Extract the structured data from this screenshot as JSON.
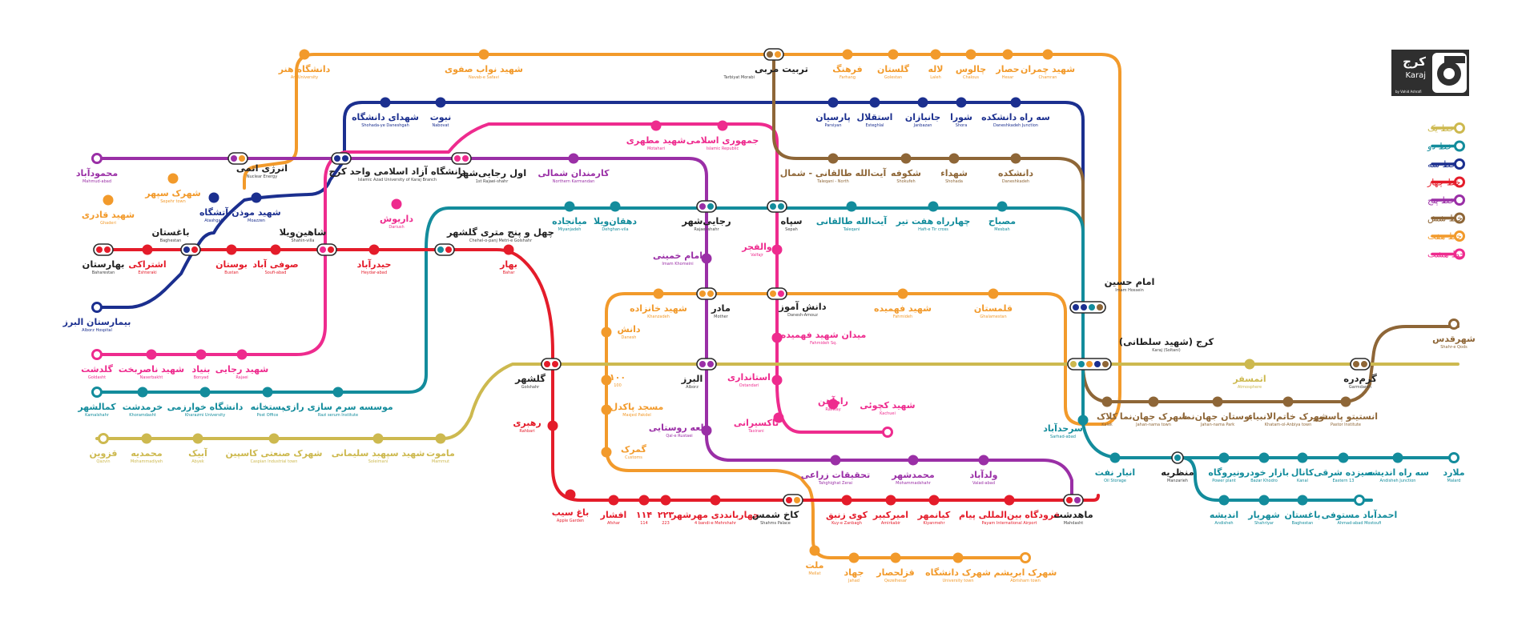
{
  "logo": {
    "fa": "کرج",
    "en": "Karaj",
    "credit": "by Vahid Ashrafi"
  },
  "legend": [
    {
      "label": "خط یک",
      "color": "#cdb94f"
    },
    {
      "label": "خط دو",
      "color": "#138c9c"
    },
    {
      "label": "خط سه",
      "color": "#1b2f8f"
    },
    {
      "label": "خط چهار",
      "color": "#e41c2a"
    },
    {
      "label": "خط پنج",
      "color": "#9a2fa6"
    },
    {
      "label": "خط شش",
      "color": "#8e6637"
    },
    {
      "label": "خط هفت",
      "color": "#f29a2b"
    },
    {
      "label": "خط هشت",
      "color": "#ee2b8e"
    }
  ],
  "lines": {
    "l1": {
      "name": "خط یک",
      "color": "#cdb94f"
    },
    "l2": {
      "name": "خط دو",
      "color": "#138c9c"
    },
    "l3": {
      "name": "خط سه",
      "color": "#1b2f8f"
    },
    "l4": {
      "name": "خط چهار",
      "color": "#e41c2a"
    },
    "l5": {
      "name": "خط پنج",
      "color": "#9a2fa6"
    },
    "l6": {
      "name": "خط شش",
      "color": "#8e6637"
    },
    "l7": {
      "name": "خط هفت",
      "color": "#f29a2b"
    },
    "l8": {
      "name": "خط هشت",
      "color": "#ee2b8e"
    }
  },
  "stations": [
    {
      "id": "art",
      "fa": "دانشگاه هنر",
      "en": "Art University",
      "line": "l7"
    },
    {
      "id": "navab",
      "fa": "شهید نواب صفوی",
      "en": "Navab-e Safavi",
      "line": "l7"
    },
    {
      "id": "tarbiat",
      "fa": "تربیت مربی",
      "en": "Tarbiyat Morabi",
      "line": "l6",
      "interchange": true
    },
    {
      "id": "farhang",
      "fa": "فرهنگ",
      "en": "Farhang",
      "line": "l7"
    },
    {
      "id": "golestan",
      "fa": "گلستان",
      "en": "Golestan",
      "line": "l7"
    },
    {
      "id": "laleh",
      "fa": "لاله",
      "en": "Laleh",
      "line": "l7"
    },
    {
      "id": "chalous",
      "fa": "چالوس",
      "en": "Chalous",
      "line": "l7"
    },
    {
      "id": "hesar",
      "fa": "حصار",
      "en": "Hesar",
      "line": "l7"
    },
    {
      "id": "chamran",
      "fa": "شهید چمران",
      "en": "Chamran",
      "line": "l7"
    },
    {
      "id": "shohada_d",
      "fa": "شهدای دانشگاه",
      "en": "Shohada-ye Daneshgah",
      "line": "l3"
    },
    {
      "id": "nobout",
      "fa": "نبوت",
      "en": "Nabovat",
      "line": "l3"
    },
    {
      "id": "parsian",
      "fa": "پارسیان",
      "en": "Parsiyan",
      "line": "l3"
    },
    {
      "id": "esteghlal",
      "fa": "استقلال",
      "en": "Esteghlal",
      "line": "l3"
    },
    {
      "id": "janbazan",
      "fa": "جانبازان",
      "en": "Janbazan",
      "line": "l3"
    },
    {
      "id": "shora",
      "fa": "شورا",
      "en": "Shora",
      "line": "l3"
    },
    {
      "id": "serahdaneshkadeh",
      "fa": "سه راه دانشکده",
      "en": "Daneshkadeh Junction",
      "line": "l3"
    },
    {
      "id": "motahari",
      "fa": "شهید مطهری",
      "en": "Motahari",
      "line": "l8"
    },
    {
      "id": "jomhouri",
      "fa": "جمهوری اسلامی",
      "en": "Islamic Republic",
      "line": "l8"
    },
    {
      "id": "mahmoudabad",
      "fa": "محمودآباد",
      "en": "Mahmud-abad",
      "line": "l5"
    },
    {
      "id": "energy",
      "fa": "انرژی اتمی",
      "en": "Nuclear Energy",
      "line": "l5",
      "interchange": true
    },
    {
      "id": "azad",
      "fa": "دانشگاه آزاد اسلامی واحد کرج",
      "en": "Islamic Azad University of Karaj Branch",
      "line": "l3",
      "interchange": true
    },
    {
      "id": "avval",
      "fa": "اول رجایی‌شهر",
      "en": "1st Rajaei-shahr",
      "line": "l8",
      "interchange": true
    },
    {
      "id": "karmandan",
      "fa": "کارمندان شمالی",
      "en": "Northern Karmandan",
      "line": "l5"
    },
    {
      "id": "taleghani_n",
      "fa": "آیت‌الله طالقانی - شمال",
      "en": "Taleqani - North",
      "line": "l6"
    },
    {
      "id": "shokoufeh",
      "fa": "شکوفه",
      "en": "Shokufeh",
      "line": "l6"
    },
    {
      "id": "shohada",
      "fa": "شهداء",
      "en": "Shohada",
      "line": "l6"
    },
    {
      "id": "daneshkadeh",
      "fa": "دانشکده",
      "en": "Daneshkadeh",
      "line": "l6"
    },
    {
      "id": "sepehr",
      "fa": "شهرک سپهر",
      "en": "Sepehr town",
      "line": "l7"
    },
    {
      "id": "ghadiri",
      "fa": "شهید قادری",
      "en": "Ghaderi",
      "line": "l7"
    },
    {
      "id": "atashgah",
      "fa": "آتشگاه",
      "en": "Atashgah",
      "line": "l3"
    },
    {
      "id": "moazen",
      "fa": "شهید موذن",
      "en": "Moazzen",
      "line": "l3"
    },
    {
      "id": "baghestan",
      "fa": "باغستان",
      "en": "Baghestan",
      "line": "l3",
      "interchange": true
    },
    {
      "id": "daryoush",
      "fa": "داریوش",
      "en": "Dariush",
      "line": "l8"
    },
    {
      "id": "shahinvila",
      "fa": "شاهین‌ویلا",
      "en": "Shahin-villa",
      "line": "l8",
      "interchange": true
    },
    {
      "id": "chaharsad",
      "fa": "چهل و پنج متری گلشهر",
      "en": "Chehel-o-panj Metri-e Golshahr",
      "line": "l2",
      "interchange": true
    },
    {
      "id": "mianjadeh",
      "fa": "میانجاده",
      "en": "Miyanjadeh",
      "line": "l2"
    },
    {
      "id": "dehghanvila",
      "fa": "دهقان‌ویلا",
      "en": "Dehghan-vila",
      "line": "l2"
    },
    {
      "id": "rajaeishahr",
      "fa": "رجایی‌شهر",
      "en": "Rajaei-shahr",
      "line": "l5",
      "interchange": true
    },
    {
      "id": "sepah",
      "fa": "سپاه",
      "en": "Sepah",
      "line": "l2",
      "interchange": true
    },
    {
      "id": "taleghani",
      "fa": "آیت‌الله طالقانی",
      "en": "Taleqani",
      "line": "l2"
    },
    {
      "id": "haftetir",
      "fa": "چهارراه هفت تیر",
      "en": "Haft-e Tir cross",
      "line": "l2"
    },
    {
      "id": "mesbah",
      "fa": "مصباح",
      "en": "Mesbah",
      "line": "l2"
    },
    {
      "id": "baharestan",
      "fa": "بهارستان",
      "en": "Baharestan",
      "line": "l4",
      "interchange": true
    },
    {
      "id": "eshteraki",
      "fa": "اشتراکی",
      "en": "Eshteraki",
      "line": "l4"
    },
    {
      "id": "boostan",
      "fa": "بوستان",
      "en": "Bustan",
      "line": "l4"
    },
    {
      "id": "soufiabad",
      "fa": "صوفی آباد",
      "en": "Soufi-abad",
      "line": "l4"
    },
    {
      "id": "heydarabad",
      "fa": "حیدرآباد",
      "en": "Heydar-abad",
      "line": "l4"
    },
    {
      "id": "bahar",
      "fa": "بهار",
      "en": "Bahar",
      "line": "l4"
    },
    {
      "id": "khomeini",
      "fa": "امام خمینی",
      "en": "Imam Khomeini",
      "line": "l5"
    },
    {
      "id": "valfajr",
      "fa": "والفجر",
      "en": "Valfajr",
      "line": "l8"
    },
    {
      "id": "imamhossein",
      "fa": "امام حسین",
      "en": "Imam Hossein",
      "line": "l3",
      "interchange": true
    },
    {
      "id": "alborzhospital",
      "fa": "بیمارستان البرز",
      "en": "Alborz Hospital",
      "line": "l3"
    },
    {
      "id": "khanzadeh",
      "fa": "شهید خانزاده",
      "en": "Khanzadeh",
      "line": "l7"
    },
    {
      "id": "mader",
      "fa": "مادر",
      "en": "Mother",
      "line": "l7",
      "interchange": true
    },
    {
      "id": "daneshamouz",
      "fa": "دانش آموز",
      "en": "Danesh-Amouz",
      "line": "l7",
      "interchange": true
    },
    {
      "id": "fahmideh",
      "fa": "شهید فهمیده",
      "en": "Fahmideh",
      "line": "l7"
    },
    {
      "id": "ghalamestan",
      "fa": "قلمستان",
      "en": "Ghalamestan",
      "line": "l7"
    },
    {
      "id": "danesh",
      "fa": "دانش",
      "en": "Danesh",
      "line": "l7"
    },
    {
      "id": "fahmidehsq",
      "fa": "میدان شهید فهمیده",
      "en": "Fahmideh Sq.",
      "line": "l8"
    },
    {
      "id": "karaj",
      "fa": "کرج (شهید سلطانی)",
      "en": "Karaj (Soltani)",
      "line": "l1",
      "interchange": true
    },
    {
      "id": "golshasht",
      "fa": "گلدشت",
      "en": "Goldasht",
      "line": "l8"
    },
    {
      "id": "naserbakht",
      "fa": "شهید ناصربخت",
      "en": "Naserbakht",
      "line": "l8"
    },
    {
      "id": "bonyad",
      "fa": "بنیاد",
      "en": "Bonyad",
      "line": "l8"
    },
    {
      "id": "rajaei",
      "fa": "شهید رجایی",
      "en": "Rajaei",
      "line": "l8"
    },
    {
      "id": "golshahr",
      "fa": "گلشهر",
      "en": "Golshahr",
      "line": "l4",
      "interchange": true
    },
    {
      "id": "s100",
      "fa": "۱۰۰",
      "en": "100",
      "line": "l7"
    },
    {
      "id": "alborz",
      "fa": "البرز",
      "en": "Alborz",
      "line": "l5",
      "interchange": true
    },
    {
      "id": "ostandari",
      "fa": "استانداری",
      "en": "Ostandari",
      "line": "l8"
    },
    {
      "id": "rahahan",
      "fa": "راه‌آهن",
      "en": "Railway",
      "line": "l8"
    },
    {
      "id": "kachouei",
      "fa": "شهید کچوئی",
      "en": "Kachuei",
      "line": "l8"
    },
    {
      "id": "taxirani",
      "fa": "تاکسیرانی",
      "en": "Taxirani",
      "line": "l8"
    },
    {
      "id": "masjed",
      "fa": "مسجد پاکدل",
      "en": "Masjed Pakdel",
      "line": "l7"
    },
    {
      "id": "ghaleh",
      "fa": "قلعه روستایی",
      "en": "Qal-e Rustaei",
      "line": "l5"
    },
    {
      "id": "tahghighat",
      "fa": "تحقیقات زراعی",
      "en": "Tahghighat Zerai",
      "line": "l5"
    },
    {
      "id": "mohammadshahr",
      "fa": "محمدشهر",
      "en": "Mohammadshahr",
      "line": "l5"
    },
    {
      "id": "valadabad",
      "fa": "ولدآباد",
      "en": "Valad-abad",
      "line": "l5"
    },
    {
      "id": "kamalshahr",
      "fa": "کمالشهر",
      "en": "Kamalshahr",
      "line": "l2"
    },
    {
      "id": "khorramdasht",
      "fa": "خرمدشت",
      "en": "Khoramdasht",
      "line": "l2"
    },
    {
      "id": "kharazmi",
      "fa": "دانشگاه خوارزمی",
      "en": "Kharazmi University",
      "line": "l2"
    },
    {
      "id": "postkhaneh",
      "fa": "پستخانه",
      "en": "Post Office",
      "line": "l2"
    },
    {
      "id": "razi",
      "fa": "موسسه سرم سازی رازی",
      "en": "Razi serum Institute",
      "line": "l2"
    },
    {
      "id": "rahbari",
      "fa": "رهبری",
      "en": "Rahbari",
      "line": "l4"
    },
    {
      "id": "gomrok",
      "fa": "گمرک",
      "en": "Customs",
      "line": "l7"
    },
    {
      "id": "sarhadabad",
      "fa": "سرحدآباد",
      "en": "Sarhad-abad",
      "line": "l2"
    },
    {
      "id": "kalak",
      "fa": "کلاک",
      "en": "Kalak",
      "line": "l6"
    },
    {
      "id": "jahannama",
      "fa": "شهرک جهان‌نما",
      "en": "Jahan-nama town",
      "line": "l6"
    },
    {
      "id": "parkjahannama",
      "fa": "بوستان جهان‌نما",
      "en": "Jahan-nama Park",
      "line": "l6"
    },
    {
      "id": "khatam",
      "fa": "شهرک خاتم‌الانبیاء",
      "en": "Khatam-ol-Anbiya town",
      "line": "l6"
    },
    {
      "id": "pasteur",
      "fa": "انستیتو پاستور",
      "en": "Pastor Institute",
      "line": "l6"
    },
    {
      "id": "atmosphere",
      "fa": "اتمسفر",
      "en": "Atmosphere",
      "line": "l1"
    },
    {
      "id": "garmdareh",
      "fa": "گرم‌دره",
      "en": "Garmdareh",
      "line": "l6",
      "interchange": true
    },
    {
      "id": "shahreqods",
      "fa": "شهرقدس",
      "en": "Shahr-e Qods",
      "line": "l6"
    },
    {
      "id": "qazvin",
      "fa": "قزوین",
      "en": "Qazvin",
      "line": "l1"
    },
    {
      "id": "mohammadieh",
      "fa": "محمدیه",
      "en": "Mohammadiyeh",
      "line": "l1"
    },
    {
      "id": "abyek",
      "fa": "آبیک",
      "en": "Abyek",
      "line": "l1"
    },
    {
      "id": "caspian",
      "fa": "شهرک صنعتی کاسپین",
      "en": "Caspian Industrial town",
      "line": "l1"
    },
    {
      "id": "soleimani",
      "fa": "شهید سپهبد سلیمانی",
      "en": "Soleimani",
      "line": "l1"
    },
    {
      "id": "mamout",
      "fa": "ماموت",
      "en": "Mammut",
      "line": "l1"
    },
    {
      "id": "baghsib",
      "fa": "باغ سیب",
      "en": "Apple Garden",
      "line": "l4"
    },
    {
      "id": "afshar",
      "fa": "افشار",
      "en": "Afshar",
      "line": "l4"
    },
    {
      "id": "s114",
      "fa": "۱۱۴",
      "en": "114",
      "line": "l4"
    },
    {
      "id": "s223",
      "fa": "۲۲۳",
      "en": "223",
      "line": "l4"
    },
    {
      "id": "mehrshahr",
      "fa": "چهاربانددی مهرشهر",
      "en": "4 bandi-e Mehrshahr",
      "line": "l4"
    },
    {
      "id": "kakhshams",
      "fa": "کاخ شمس",
      "en": "Shahms Palace",
      "line": "l4",
      "interchange": true
    },
    {
      "id": "kouyezanbagh",
      "fa": "کوی زنبق",
      "en": "Kuy-e Zanbagh",
      "line": "l4"
    },
    {
      "id": "amirkabir",
      "fa": "امیرکبیر",
      "en": "Amirkabir",
      "line": "l4"
    },
    {
      "id": "kianmehr",
      "fa": "کیانمهر",
      "en": "Kiyanmehr",
      "line": "l4"
    },
    {
      "id": "payam",
      "fa": "فرودگاه بین‌المللی پیام",
      "en": "Payam International Airport",
      "line": "l4"
    },
    {
      "id": "mahdasht",
      "fa": "ماهدشت",
      "en": "Mahdasht",
      "line": "l4",
      "interchange": true
    },
    {
      "id": "anbarnaft",
      "fa": "انبار نفت",
      "en": "Oil Storage",
      "line": "l2"
    },
    {
      "id": "manzarieh",
      "fa": "منظریه",
      "en": "Manzarieh",
      "line": "l2",
      "interchange": true
    },
    {
      "id": "niroogah",
      "fa": "نیروگاه",
      "en": "Power plant",
      "line": "l2"
    },
    {
      "id": "bazarkhodro",
      "fa": "بازار خودرو",
      "en": "Bazar Khodro",
      "line": "l2"
    },
    {
      "id": "kanal",
      "fa": "کانال",
      "en": "Kanal",
      "line": "l2"
    },
    {
      "id": "sizdahsharghi",
      "fa": "سیزده شرقی",
      "en": "Eastern 13",
      "line": "l2"
    },
    {
      "id": "serahandisheh",
      "fa": "سه راه اندیشه",
      "en": "Andisheh Junction",
      "line": "l2"
    },
    {
      "id": "malard",
      "fa": "ملارد",
      "en": "Malard",
      "line": "l2"
    },
    {
      "id": "andisheh",
      "fa": "اندیشه",
      "en": "Andisheh",
      "line": "l2"
    },
    {
      "id": "shahriar",
      "fa": "شهریار",
      "en": "Shahriyar",
      "line": "l2"
    },
    {
      "id": "baghestan2",
      "fa": "باغستان",
      "en": "Baghestan",
      "line": "l2"
    },
    {
      "id": "mostoufi",
      "fa": "احمدآباد مستوفی",
      "en": "Ahmad-abad Mostoufi",
      "line": "l2"
    },
    {
      "id": "mellat",
      "fa": "ملت",
      "en": "Mellat",
      "line": "l7"
    },
    {
      "id": "jahad",
      "fa": "جهاد",
      "en": "Jahad",
      "line": "l7"
    },
    {
      "id": "ghezelhesar",
      "fa": "قزلحصار",
      "en": "Qezelhesar",
      "line": "l7"
    },
    {
      "id": "daneshgahtown",
      "fa": "شهرک دانشگاه",
      "en": "University town",
      "line": "l7"
    },
    {
      "id": "ebrisham",
      "fa": "شهرک ابریشم",
      "en": "Abrisham town",
      "line": "l7"
    }
  ]
}
